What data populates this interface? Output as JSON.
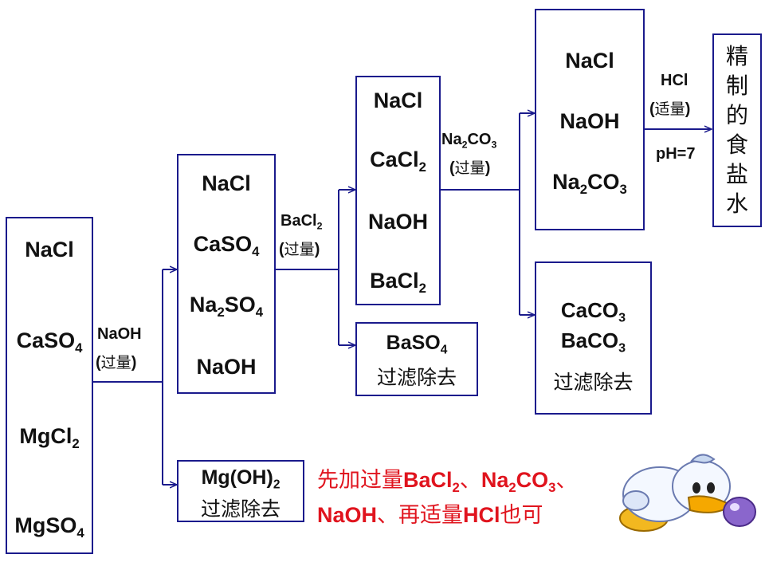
{
  "col1": [
    "NaCl",
    "CaSO",
    "MgCl",
    "MgSO"
  ],
  "col1_subs": [
    "",
    "4",
    "2",
    "4"
  ],
  "step1": {
    "reagent": "NaOH",
    "excess": "(过量)"
  },
  "col2": [
    "NaCl",
    "CaSO",
    "Na",
    "SO",
    "NaOH"
  ],
  "col2_subs": [
    "4",
    "2",
    "4"
  ],
  "mg_precip": {
    "formula_a": "Mg(OH)",
    "formula_sub": "2",
    "remove": "过滤除去"
  },
  "step2": {
    "reagent": "BaCl",
    "sub": "2",
    "excess": "(过量)"
  },
  "col3": [
    "NaCl",
    "CaCl",
    "NaOH",
    "BaCl"
  ],
  "col3_subs": [
    "2",
    "2"
  ],
  "ba_precip": {
    "formula": "BaSO",
    "sub": "4",
    "remove": "过滤除去"
  },
  "step3": {
    "a": "Na",
    "b": "CO",
    "sub_a": "2",
    "sub_b": "3",
    "excess": "(过量)"
  },
  "col4": [
    "NaCl",
    "NaOH",
    "Na",
    "CO"
  ],
  "col4_subs": [
    "2",
    "3"
  ],
  "carbonate_precip": {
    "l1": "CaCO",
    "l2": "BaCO",
    "sub": "3",
    "remove": "过滤除去"
  },
  "step4": {
    "reagent": "HCl",
    "amount": "(适量)",
    "condition": "pH=7"
  },
  "final": [
    "精",
    "制",
    "的",
    "食",
    "盐",
    "水"
  ],
  "note": {
    "p1": "先加过量",
    "p2": "BaCl",
    "p2sub": "2",
    "p3": "、",
    "p4": "Na",
    "p4sub": "2",
    "p5": "CO",
    "p5sub": "3",
    "p6": "、",
    "p7": "NaOH",
    "p8": "、再适量",
    "p9": "HCl",
    "p10": "也可"
  },
  "colors": {
    "box_border": "#1a1a8c",
    "note": "#e0141e",
    "text": "#111111"
  }
}
